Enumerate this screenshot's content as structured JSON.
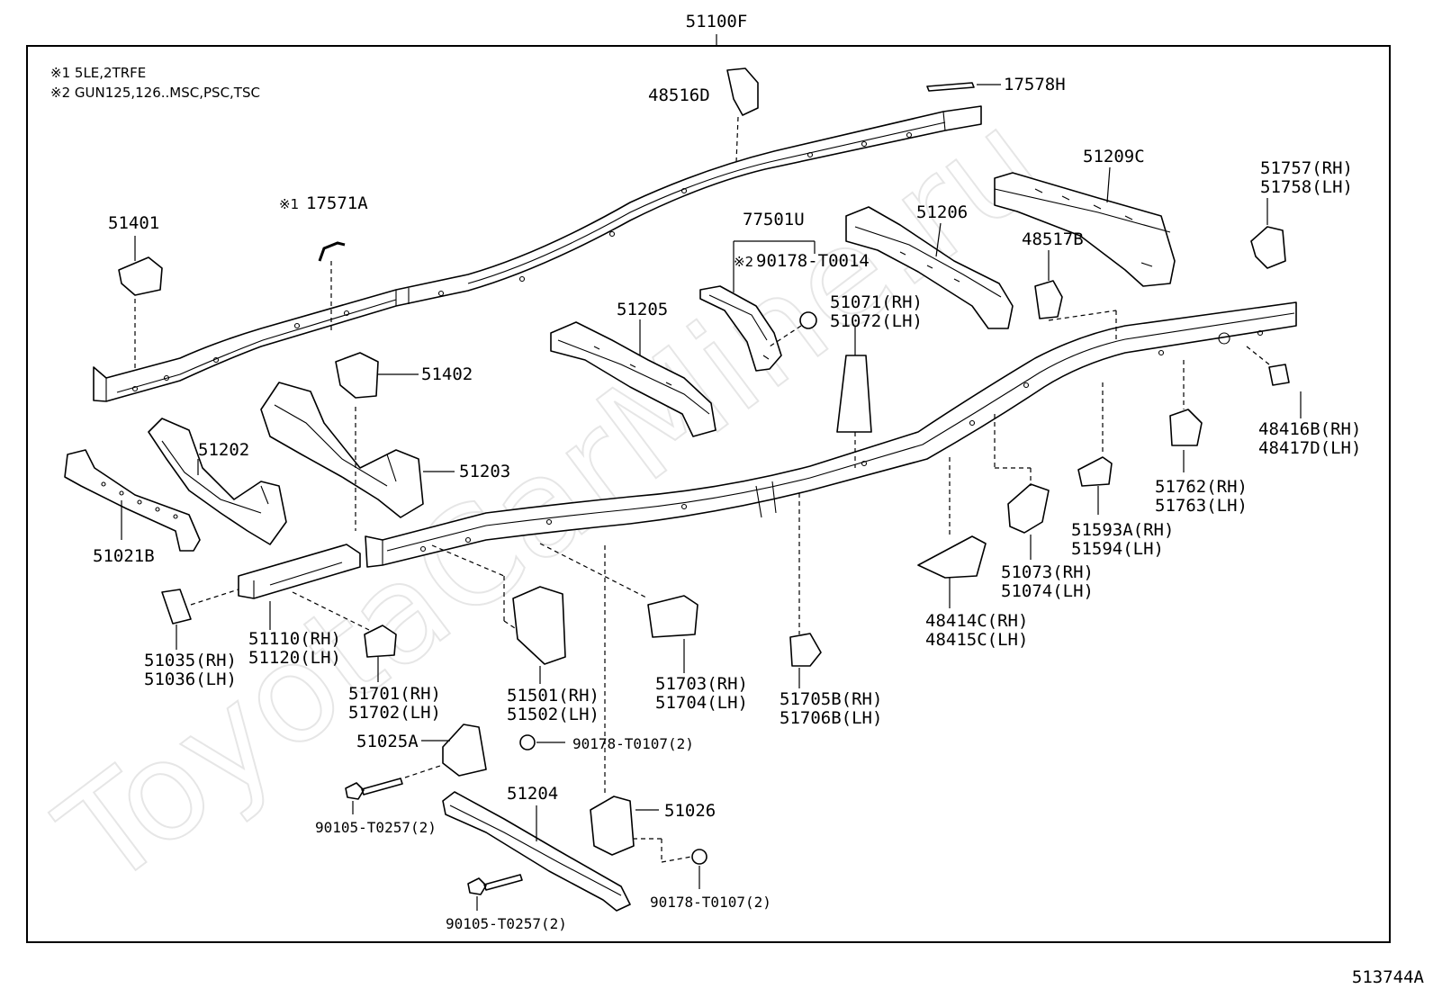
{
  "top_label": "51100F",
  "figure_id": "513744A",
  "watermark": "ToyotaCarMine.ru",
  "notes": [
    {
      "mark": "※1",
      "text": "5LE,2TRFE"
    },
    {
      "mark": "※2",
      "text": "GUN125,126..MSC,PSC,TSC"
    }
  ],
  "parts": {
    "p48516D": "48516D",
    "p17578H": "17578H",
    "p51209C": "51209C",
    "p51757": "51757(RH)",
    "p51758": "51758(LH)",
    "p51401": "51401",
    "p17571A_mark": "※1",
    "p17571A": "17571A",
    "p77501U": "77501U",
    "p90178T0014_mark": "※2",
    "p90178T0014": "90178-T0014",
    "p51206": "51206",
    "p48517B": "48517B",
    "p51205": "51205",
    "p51071": "51071(RH)",
    "p51072": "51072(LH)",
    "p51402": "51402",
    "p48416B": "48416B(RH)",
    "p48417D": "48417D(LH)",
    "p51202": "51202",
    "p51203": "51203",
    "p51762": "51762(RH)",
    "p51763": "51763(LH)",
    "p51593A": "51593A(RH)",
    "p51594": "51594(LH)",
    "p51021B": "51021B",
    "p51073": "51073(RH)",
    "p51074": "51074(LH)",
    "p48414C": "48414C(RH)",
    "p48415C": "48415C(LH)",
    "p51110": "51110(RH)",
    "p51120": "51120(LH)",
    "p51035": "51035(RH)",
    "p51036": "51036(LH)",
    "p51701": "51701(RH)",
    "p51702": "51702(LH)",
    "p51501": "51501(RH)",
    "p51502": "51502(LH)",
    "p51703": "51703(RH)",
    "p51704": "51704(LH)",
    "p51705B": "51705B(RH)",
    "p51706B": "51706B(LH)",
    "p51025A": "51025A",
    "p90178T0107a": "90178-T0107(2)",
    "p51204": "51204",
    "p51026": "51026",
    "p90105T0257a": "90105-T0257(2)",
    "p90105T0257b": "90105-T0257(2)",
    "p90178T0107b": "90178-T0107(2)"
  }
}
